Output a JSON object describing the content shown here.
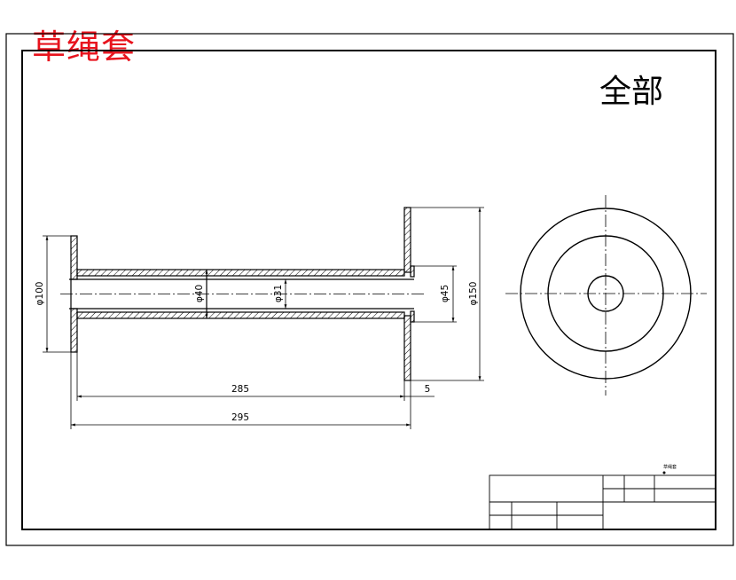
{
  "drawing": {
    "title_handwritten": "草绳套",
    "view_label": "全部",
    "title_block_name": "草绳套",
    "colors": {
      "title_red": "#e8131d",
      "line": "#000000"
    }
  },
  "dimensions": {
    "d_flange_left": "φ100",
    "d_tube": "φ40",
    "d_bore": "φ31",
    "d_hub": "φ45",
    "d_flange_right": "φ150",
    "len_tube": "285",
    "len_flange": "5",
    "len_total": "295"
  }
}
